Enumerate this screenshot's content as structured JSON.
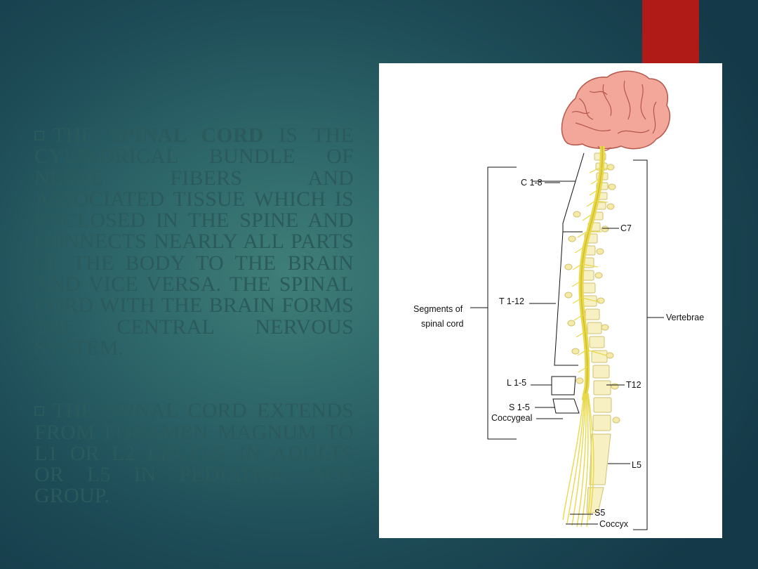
{
  "slide": {
    "paragraph_1": {
      "before": "THE ",
      "bold": "SPINAL CORD",
      "after": " IS THE CYLINDRICAL BUNDLE OF NERVE FIBERS AND ASSOCIATED TISSUE WHICH IS ENCLOSED IN THE SPINE AND CONNECTS NEARLY ALL PARTS OF THE BODY TO THE BRAIN AND VICE VERSA. THE SPINAL CORD WITH THE BRAIN FORMS THE CENTRAL NERVOUS SYSTEM."
    },
    "paragraph_2": "THE SPINAL CORD EXTENDS FROM FORAMEN MAGNUM TO L1 OR L2 LEVELS IN ADULTS OR L5 IN PEDIATRIC AGE GROUP."
  },
  "figure": {
    "labels": {
      "c18": "C 1-8",
      "t112": "T 1-12",
      "l15": "L 1-5",
      "s15": "S 1-5",
      "coccygeal": "Coccygeal",
      "segments_line1": "Segments of",
      "segments_line2": "spinal cord",
      "c7": "C7",
      "vertebrae": "Vertebrae",
      "t12": "T12",
      "l5": "L5",
      "s5": "S5",
      "coccyx": "Coccyx"
    }
  },
  "colors": {
    "accent": "#b01a17",
    "cord": "#e8d84a",
    "brain": "#f2a79a",
    "text": "#2b5a5c"
  }
}
